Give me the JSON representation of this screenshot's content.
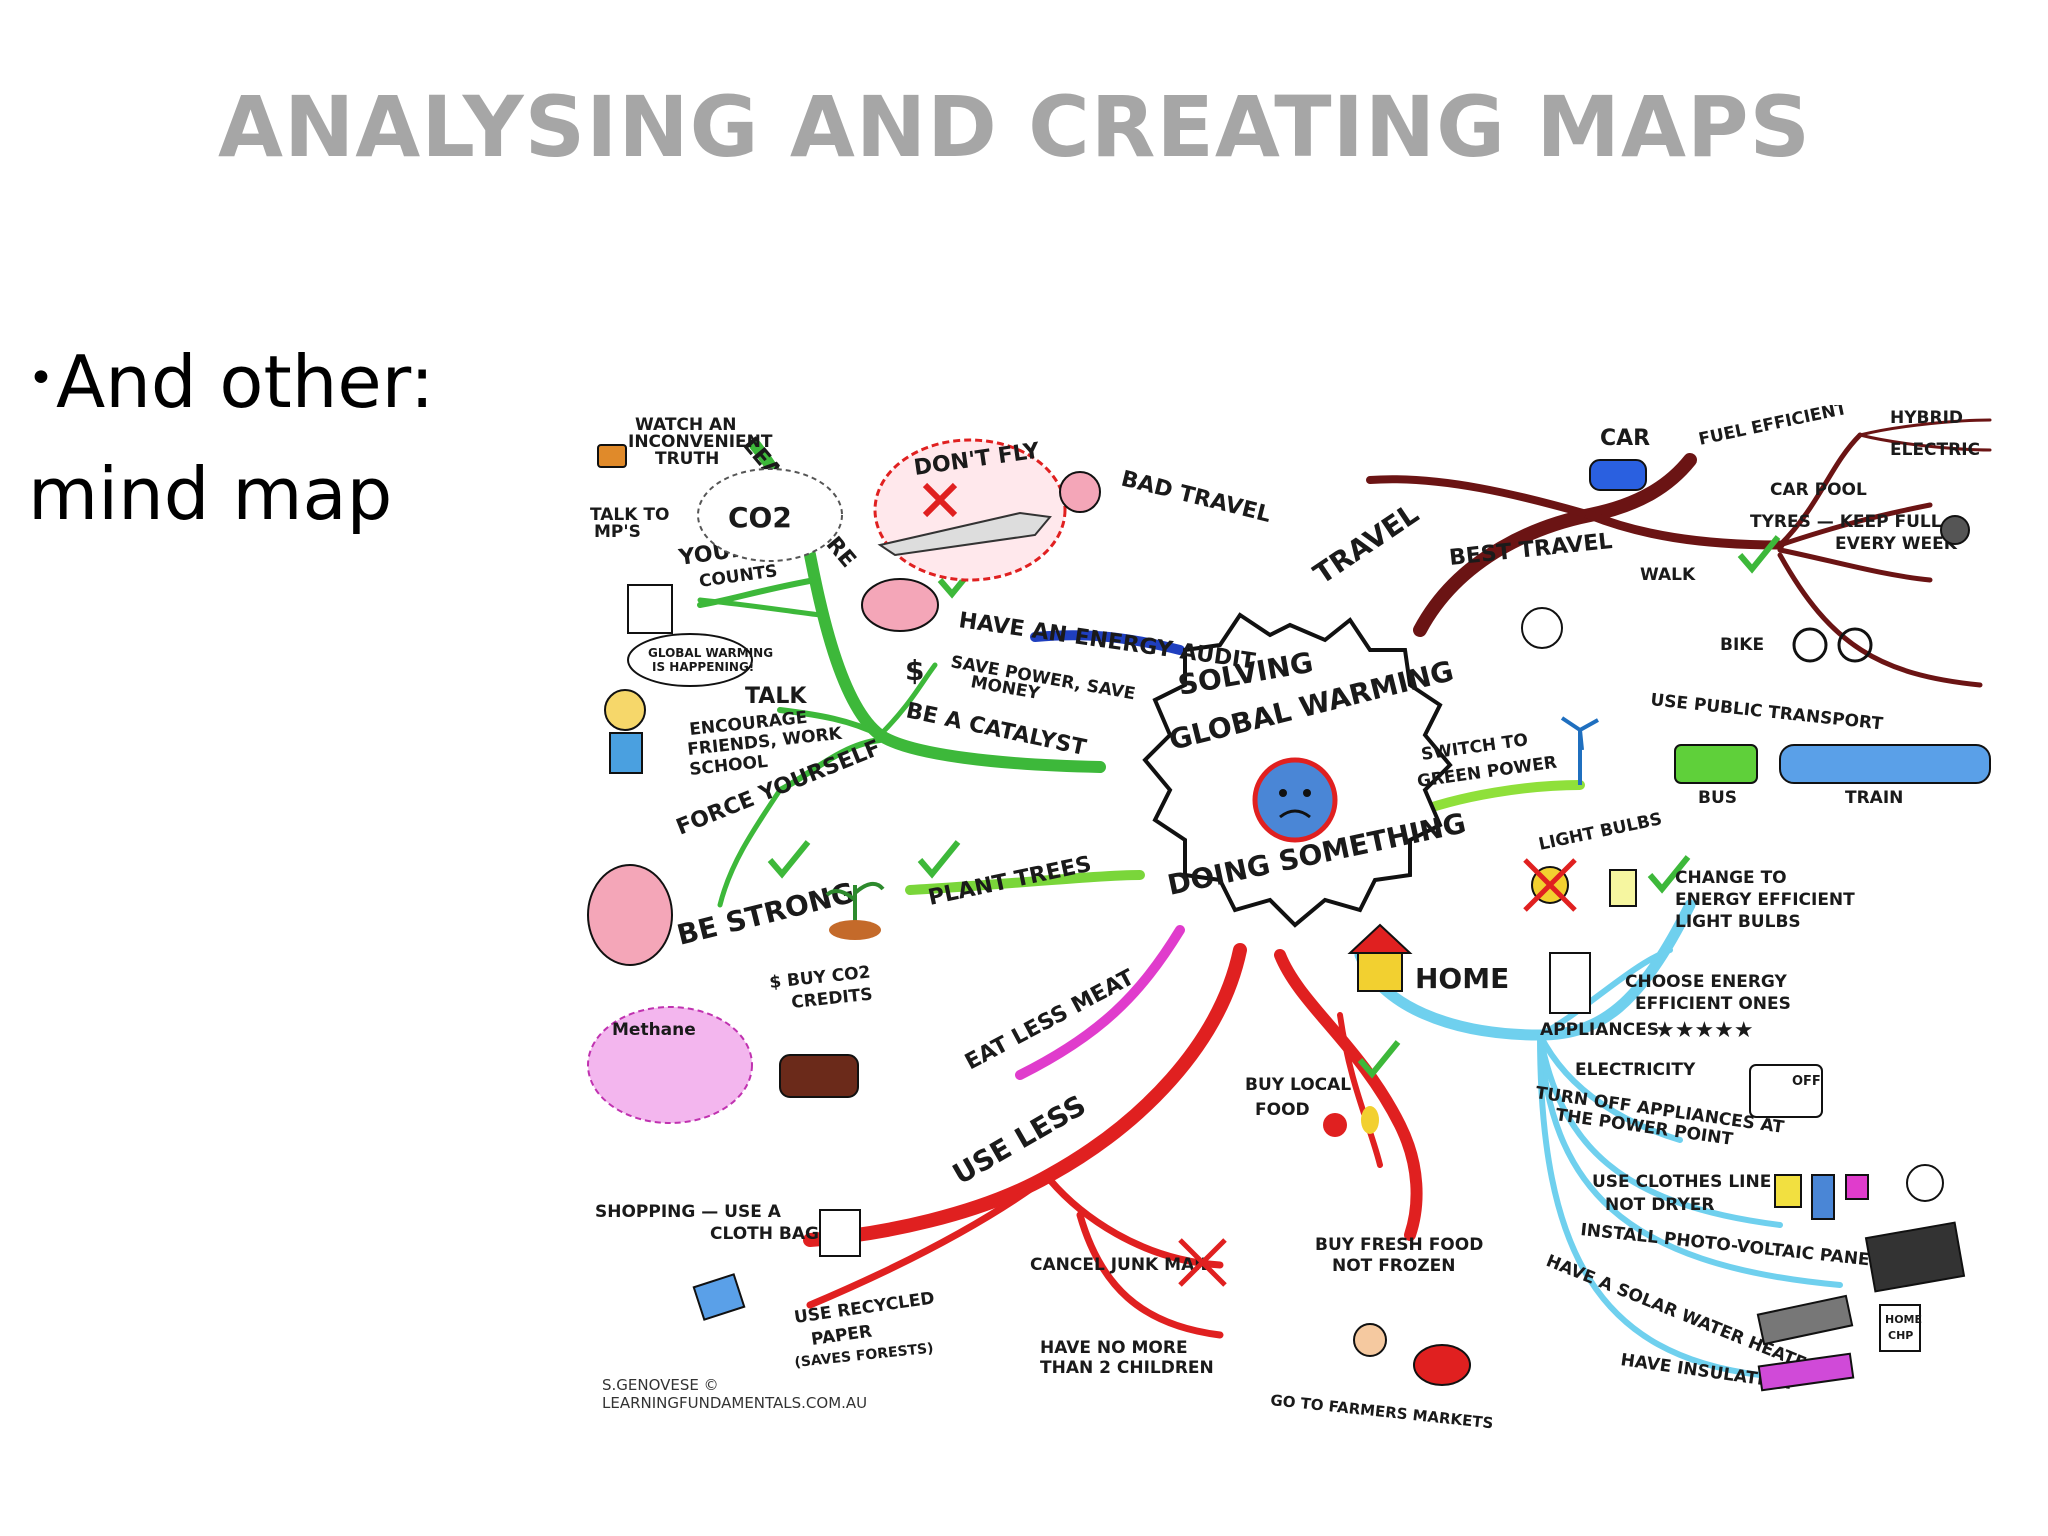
{
  "slide": {
    "title": "ANALYSING AND CREATING MAPS",
    "bullet_marker": "•",
    "bullet_line_1": "And other:",
    "bullet_line_2": "mind map"
  },
  "mindmap": {
    "center_top": "SOLVING",
    "center_mid": "GLOBAL WARMING",
    "center_bottom": "DOING SOMETHING",
    "branches": {
      "learn_more": {
        "label": "LEARN MORE",
        "watch": [
          "WATCH AN",
          "INCONVENIENT",
          "TRUTH"
        ],
        "talk_mps": [
          "TALK TO",
          "MP'S"
        ],
        "vote": [
          "YOUR VOTE",
          "COUNTS"
        ]
      },
      "catalyst": {
        "label": "BE A CATALYST",
        "bubble": [
          "GLOBAL WARMING",
          "IS HAPPENING!"
        ],
        "talk": "TALK",
        "encourage": [
          "ENCOURAGE",
          "FRIENDS, WORK",
          "SCHOOL"
        ],
        "force": "FORCE YOURSELF",
        "strong": "BE STRONG"
      },
      "audit": {
        "label": "HAVE AN ENERGY AUDIT",
        "save": [
          "SAVE POWER, SAVE",
          "MONEY"
        ],
        "dollar": "$"
      },
      "trees": {
        "label": "PLANT TREES",
        "credits": [
          "$ BUY CO2",
          "CREDITS"
        ]
      },
      "meat": {
        "label": "EAT LESS MEAT",
        "methane": "Methane"
      },
      "use_less": {
        "label": "USE LESS",
        "shopping": "SHOPPING — USE A",
        "bag": "CLOTH BAG",
        "paper": [
          "USE RECYCLED",
          "PAPER",
          "(SAVES FORESTS)"
        ],
        "junk": "CANCEL JUNK MAIL",
        "children": [
          "HAVE NO MORE",
          "THAN 2 CHILDREN"
        ]
      },
      "food": {
        "local": [
          "BUY LOCAL",
          "FOOD"
        ],
        "fresh": [
          "BUY FRESH FOOD",
          "NOT FROZEN"
        ],
        "markets": "GO TO FARMERS MARKETS"
      },
      "travel": {
        "label": "TRAVEL",
        "dont_fly": "DON'T FLY",
        "co2": "CO2",
        "bad": "BAD TRAVEL",
        "best": "BEST TRAVEL",
        "car": "CAR",
        "fuel": "FUEL EFFICIENT",
        "hybrid": "HYBRID",
        "electric": "ELECTRIC",
        "pool": "CAR POOL",
        "tyres": [
          "TYRES — KEEP FULL",
          "EVERY WEEK"
        ],
        "walk": "WALK",
        "bike": "BIKE",
        "public": "USE PUBLIC TRANSPORT",
        "bus": "BUS",
        "train": "TRAIN"
      },
      "green": {
        "label": [
          "SWITCH TO",
          "GREEN POWER"
        ]
      },
      "home": {
        "label": "HOME",
        "bulbs": "LIGHT BULBS",
        "change": [
          "CHANGE TO",
          "ENERGY EFFICIENT",
          "LIGHT BULBS"
        ],
        "choose": [
          "CHOOSE ENERGY",
          "EFFICIENT ONES"
        ],
        "appliances": "APPLIANCES",
        "electricity": "ELECTRICITY",
        "turnoff": [
          "TURN OFF APPLIANCES AT",
          "THE POWER POINT"
        ],
        "off": "OFF",
        "clothes": [
          "USE CLOTHES LINE",
          "NOT DRYER"
        ],
        "solar_panels": "INSTALL PHOTO-VOLTAIC PANELS",
        "water": "HAVE A SOLAR WATER HEATER",
        "insulation": "HAVE INSULATION",
        "chp": [
          "HOME",
          "CHP"
        ]
      }
    },
    "credit": [
      "S.GENOVESE ©",
      "LEARNINGFUNDAMENTALS.COM.AU"
    ]
  }
}
